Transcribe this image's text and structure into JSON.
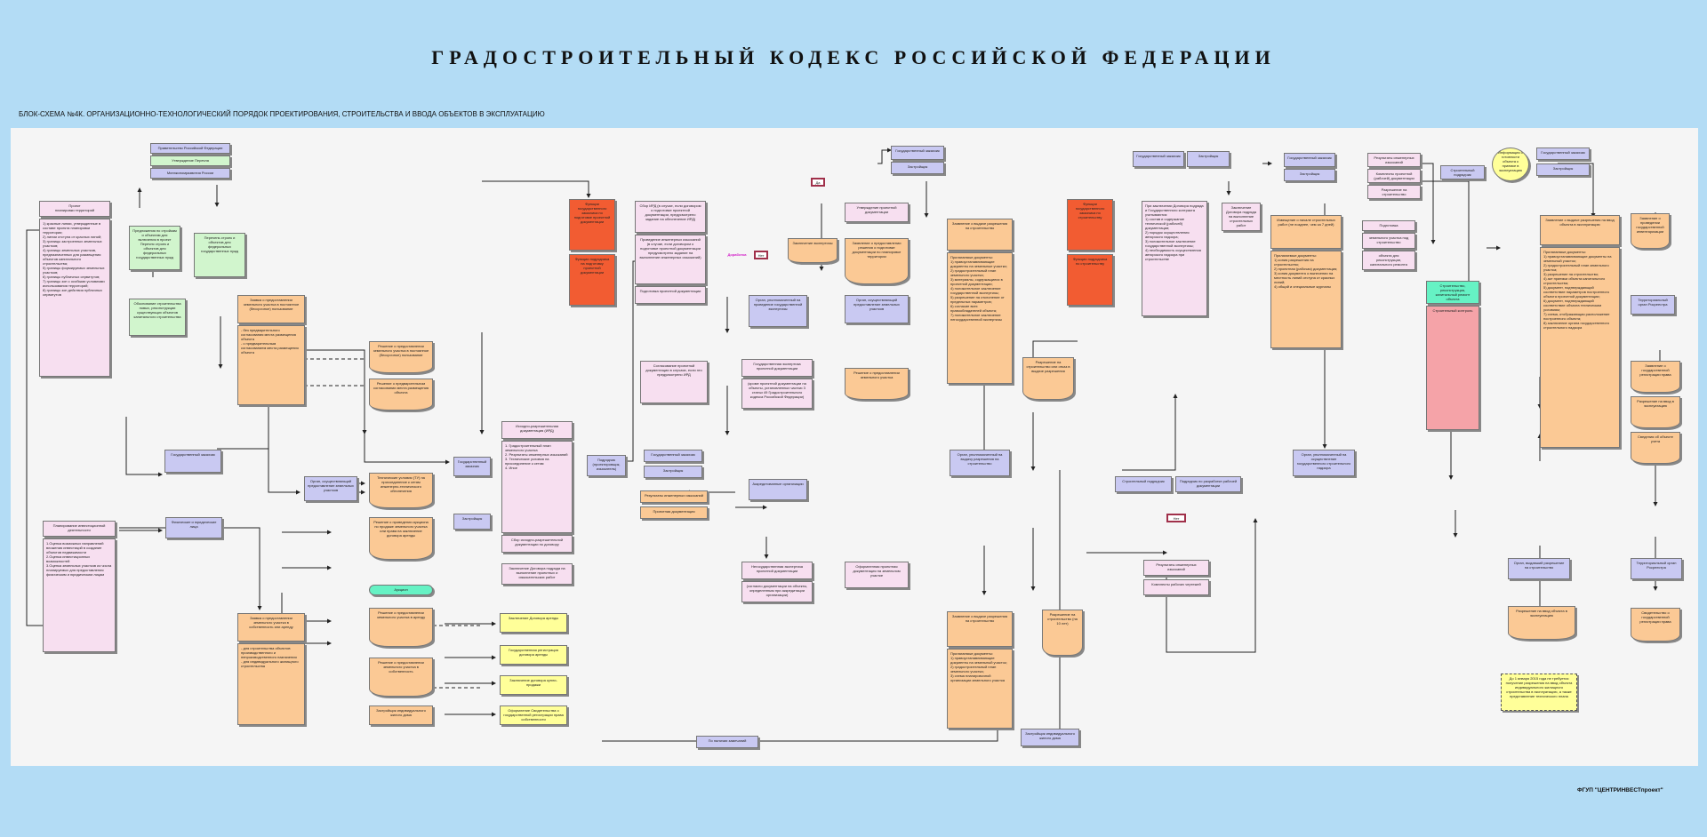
{
  "header": {
    "title": "ГРАДОСТРОИТЕЛЬНЫЙ КОДЕКС РОССИЙСКОЙ ФЕДЕРАЦИИ",
    "subtitle": "БЛОК-СХЕМА №4К. ОРГАНИЗАЦИОННО-ТЕХНОЛОГИЧЕСКИЙ ПОРЯДОК ПРОЕКТИРОВАНИЯ, СТРОИТЕЛЬСТВА И ВВОДА ОБЪЕКТОВ В ЭКСПЛУАТАЦИЮ"
  },
  "footer": {
    "author": "ФГУП \"ЦЕНТРИНВЕСТпроект\""
  },
  "legend": {
    "item1": "Правительство Российской Федерации",
    "item2": "Утверждение Перечня",
    "item3": "Минэкономразвития России"
  },
  "nodes": {
    "project_planning": "Проект\nпланировки территорий",
    "project_planning_list": "1) красные линии, утвержденные в составе проекта планировки территории;\n2) линии отступа от красных линий;\n3) границы застроенных земельных участков;\n4) границы земельных участков, предназначенных для размещения объектов капитального строительства;\n5) границы формируемых земельных участков;\n6) границы публичных сервитутов;\n7) границы зон с особыми условиями использования территорий;\n8) границы зон действия публичных сервитутов",
    "proposals": "Предложения по стройкам и объектам для включения в проект Перечня строек и объектов для федеральных государственных нужд",
    "perechen": "Перечень строек и объектов для федеральных государственных нужд",
    "justification": "Обоснование строительства новых, реконструкции существующих объектов капитального строительства",
    "app_land": "Заявка о предоставлении земельного участка в постоянное (бессрочное) пользование",
    "app_land_text": "- без предварительного согласования места размещения объекта\n- с предварительным согласованием места размещения объекта",
    "gov_customer_1": "Государственный заказчик",
    "decision_1": "Решение о предоставлении земельного участка в постоянное (бессрочное) пользование",
    "decision_2": "Решение о предварительном согласовании места размещения объекта",
    "org_land": "Орган, осуществляющий предоставление земельных участков",
    "tech_conditions": "Технические условия (ТУ) на присоединение к сетям инженерно-технического обеспечения",
    "decision_auction": "Решение о проведении аукциона по продаже земельного участка или права на заключение договора аренды",
    "auction": "Аукцион",
    "decision_lease": "Решение о предоставлении земельного участка в аренду",
    "decision_property": "Решение о предоставлении земельного участка в собственность",
    "individual_house": "Застройщик индивидуального жилого дома",
    "lease_contract": "Заключение Договора аренды",
    "lease_registration": "Государственная регистрация договора аренды",
    "sale_contract": "Заключение договора купли-продажи",
    "ownership_cert": "Оформление Свидетельства о государственной регистрации права собственности",
    "invest_planning": "Планирование инвестиционной деятельности",
    "invest_list": "1.Оценка возможных направлений вложения инвестиций в создание объектов недвижимости\n2.Оценка инвестиционных возможностей\n3.Оценка земельных участков из числа планируемых для предоставления физическим и юридическим лицам",
    "individuals": "Физические и юридические лица",
    "app_land_2": "Заявка о предоставлении земельного участка в собственность или аренду",
    "app_land_2_text": "- для строительства объектов производственного и непроизводственного назначения\n- для индивидуального жилищного строительства",
    "gov_customer_2": "Государственный заказчик",
    "developer_1": "Застройщик",
    "ird": "Исходно-разрешительная документация (ИРД)",
    "ird_list": "1. Градостроительный план земельного участка\n2. Результаты инженерных изысканий\n3. Технические условия на присоединение к сетям\n4. Иное",
    "ird_collect": "Сбор исходно-разрешительной документации по договору",
    "contractor_contract": "Заключение Договора подряда на выполнение проектных и изыскательских работ",
    "contractor": "Подрядчик (проектировщик, изыскатель)",
    "red_top_1": "Функции государственного заказчика по подготовке проектной документации",
    "red_bottom_1": "Функции подрядчика на подготовку проектной документации",
    "ird_collect_2": "Сбор ИРД (в случае, если договором о подготовке проектной документации, предусмотрено задание на обеспечение ИРД)",
    "surveys": "Проведение инженерных изысканий (в случае, если договором о подготовке проектной документации предусмотрено задание на выполнение инженерных изысканий)",
    "design_prep": "Подготовка проектной документации",
    "design_approval": "Согласование проектной документации в случаях, если это предусмотрено ИРД",
    "gov_customer_3": "Государственный заказчик",
    "developer_2": "Застройщик",
    "survey_results": "Результаты инженерных изысканий",
    "design_docs": "Проектная документация",
    "expertise_conclusion": "Заключение экспертизы",
    "no_label": "Нет",
    "rework_label": "Доработка",
    "yes_label": "Да",
    "gos_expertise_org": "Орган, уполномоченный на проведение государственной экспертизы",
    "gos_expertise_subject": "Государственная экспертиза проектной документации",
    "gos_expertise_text": "(кроме проектной документации на объекты, установленных частью 3 статьи 49 Градостроительного кодекса Российской Федерации)",
    "accredited_org": "Аккредитованные организации",
    "nongov_expertise": "Негосударственная экспертиза проектной документации",
    "nongov_text": "(согласно документации на объекты, определенным при аккредитации организации)",
    "gov_customer_4": "Государственный заказчик",
    "developer_3": "Застройщик",
    "approval_design": "Утверждение проектной документации",
    "construction_decision": "Заявление о предоставлении решения о подготовке документации по планировке территории",
    "org_land_2": "Орган, осуществляющий предоставление земельных участков",
    "decision_reservation": "Решение о предоставлении земельного участка",
    "design_form": "Оформленная проектная документация на земельном участке",
    "permit_app": "Заявление о выдаче разрешения на строительство",
    "permit_docs": "Прилагаемые документы:\n1) правоустанавливающие документы на земельные участки;\n2) градостроительный план земельного участка;\n3) материалы, содержащиеся в проектной документации;\n4) положительное заключение государственной экспертизы;\n5) разрешение на отклонение от предельных параметров;\n6) согласие всех правообладателей объекта;\n7) положительное заключение негосударственной экспертизы",
    "permit_granted": "Разрешение на строительство или отказ в выдаче разрешения",
    "permit_org": "Орган, уполномоченный на выдачу разрешения на строительство",
    "permit_app_2": "Заявление о выдаче разрешения на строительство",
    "permit_docs_2": "Прилагаемые документы:\n1) правоустанавливающие документы на земельный участок;\n2) градостроительный план земельного участка;\n3) схема планировочной организации земельного участка",
    "permit_10": "Разрешение на строительство (на 10 лет)",
    "developer_individual": "Застройщик индивидуального жилого дома",
    "red_top_2": "Функции государственного заказчика по строительству",
    "red_bottom_2": "Функции подрядчика по строительству",
    "gov_customer_5": "Государственный заказчик",
    "developer_4": "Застройщик",
    "construction_contract": "Заключение Договора подряда на выполнение строительных работ",
    "contract_terms": "При заключении Договора подряда и Государственного контракта учитываются:\n1) состав и содержание технической (рабочей) документации;\n2) порядок осуществления авторского надзора;\n3) положительное заключение государственной экспертизы;\n4) необходимость осуществления авторского надзора при строительстве",
    "construction_contractor": "Строительный подрядчик",
    "design_contractor": "Подрядчик по разработке рабочей документации",
    "survey_results_2": "Результаты инженерных изысканий",
    "work_drawings": "Комплекты рабочих чертежей",
    "gov_customer_6": "Государственный заказчик",
    "developer_5": "Застройщик",
    "notice": "Извещение о начале строительных работ (не позднее, чем за 7 дней)",
    "notice_docs": "Прилагаемые документы:\n1) копия разрешения на строительство;\n2) проектная (рабочая) документация;\n3) копия документа о вынесении на местность линий отступа от красных линий;\n4) общий и специальные журналы",
    "results_surveys": "Результаты инженерных изысканий",
    "design_sets": "Комплекты проектной (рабочей) документации",
    "permit_constr": "Разрешение на строительство",
    "preparation": "Подготовка",
    "land_plots": "земельного участка под строительство",
    "objects_rebuild": "объекта для реконструкции, капитального ремонта",
    "construction_contractor_2": "Строительный подрядчик",
    "construction_label": "Строительство, реконструкция, капитальный ремонт объекта",
    "construction_control": "Строительный контроль",
    "supervision_org": "Орган, уполномоченный на осуществление государственного строительного надзора",
    "info_notice": "Информация о готовности объекта к приемке в эксплуатацию",
    "gov_customer_7": "Государственный заказчик",
    "developer_6": "Застройщик",
    "commission_app": "Заявление о выдаче разрешения на ввод объекта в эксплуатацию",
    "commission_docs": "Прилагаемые документы:\n1) правоустанавливающие документы на земельный участок;\n2) градостроительный план земельного участка;\n3) разрешение на строительство;\n4) акт приемки объекта капитального строительства;\n5) документ, подтверждающий соответствие параметров построенного объекта проектной документации;\n6) документ, подтверждающий соответствие объекта техническим условиям;\n7) схема, отображающая расположение построенного объекта;\n8) заключение органа государственного строительного надзора",
    "registration_app": "Заявление о проведении государственной инвентаризации",
    "territorial_org": "Территориальный орган Росреестра",
    "state_reg_app": "Заявление о государственной регистрации права",
    "permit_commission": "Разрешение на ввод в эксплуатацию",
    "info_objects": "Сведения об объекте учета",
    "permit_org_2": "Орган, выдавший разрешение на строительство",
    "commission_permit": "Разрешение на ввод объекта в эксплуатацию",
    "territorial_org_2": "Территориальный орган Росреестра",
    "ownership_cert_2": "Свидетельство о государственной регистрации права",
    "note_2015": "До 1 января 2015 года не требуется получение разрешения на ввод объекта индивидуального жилищного строительства в эксплуатацию, а также представление технического плана",
    "no_remarks": "По наличии замечаний"
  }
}
